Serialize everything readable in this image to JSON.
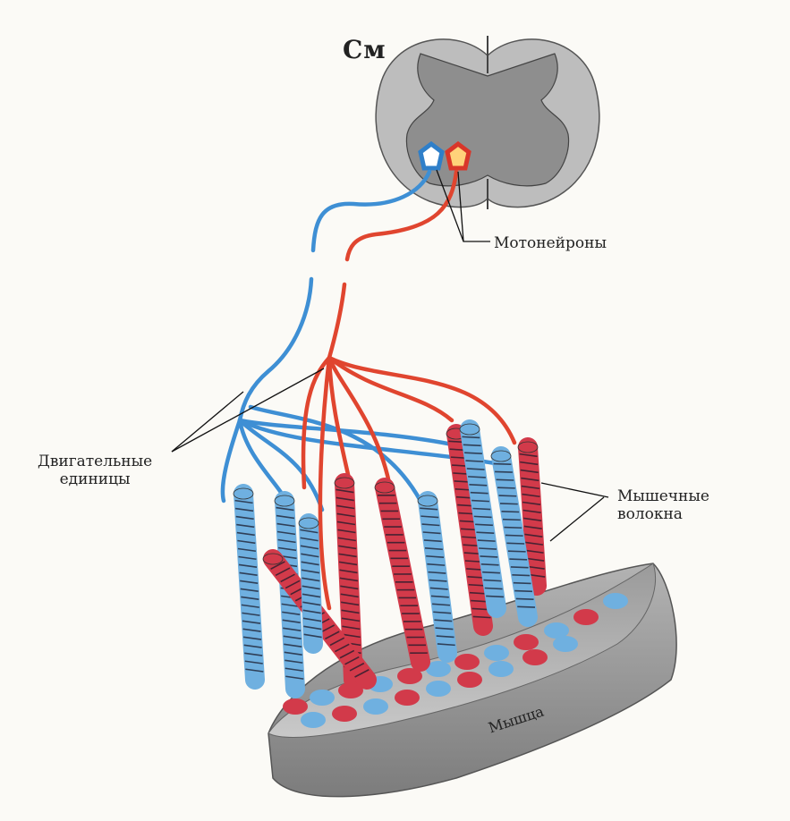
{
  "labels": {
    "spinal_cord": "См",
    "motoneurons": "Мотонейроны",
    "motor_units": "Двигательные\nединицы",
    "muscle_fibers": "Мышечные\nволокна",
    "muscle": "Мышца"
  },
  "colors": {
    "blue_unit": "#3e8fd4",
    "red_unit": "#e0452f",
    "fiber_blue": "#6fb0e0",
    "fiber_red": "#d23a4a",
    "stripe": "#1a1a2a",
    "grey_matter": "#8e8e8e",
    "white_matter": "#bdbdbd",
    "muscle_body": "#a9a9a9"
  }
}
